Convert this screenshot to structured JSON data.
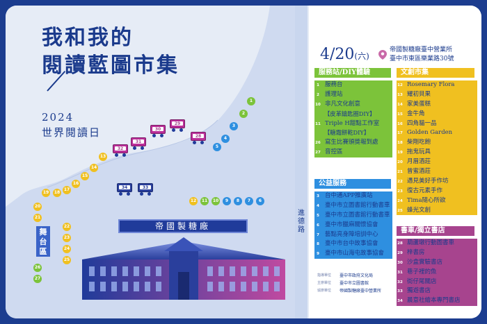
{
  "title_line1": "我和我的",
  "title_line2": "閱讀藍圖市集",
  "subtitle_year": "2024",
  "subtitle_day": "世界閱讀日",
  "event_date": "4/20",
  "event_weekday": "(六)",
  "location_line1": "帝國製糖廠臺中營業所",
  "location_line2": "臺中市東區樂業路30號",
  "building_label": "帝國製糖廠",
  "stage_label": "舞台區",
  "road_label": "進德路",
  "map_dots": [
    {
      "label": "1",
      "color": "#7cc33a"
    },
    {
      "label": "2",
      "color": "#7cc33a"
    },
    {
      "label": "3",
      "color": "#2e8fe0"
    },
    {
      "label": "4",
      "color": "#2e8fe0"
    },
    {
      "label": "5",
      "color": "#2e8fe0"
    },
    {
      "label": "13",
      "color": "#f0c020"
    },
    {
      "label": "14",
      "color": "#f0c020"
    },
    {
      "label": "15",
      "color": "#f0c020"
    },
    {
      "label": "16",
      "color": "#f0c020"
    },
    {
      "label": "17",
      "color": "#f0c020"
    },
    {
      "label": "18",
      "color": "#f0c020"
    },
    {
      "label": "19",
      "color": "#f0c020"
    },
    {
      "label": "20",
      "color": "#f0c020"
    },
    {
      "label": "21",
      "color": "#f0c020"
    },
    {
      "label": "22",
      "color": "#f0c020"
    },
    {
      "label": "23",
      "color": "#f0c020"
    },
    {
      "label": "24",
      "color": "#f0c020"
    },
    {
      "label": "25",
      "color": "#f0c020"
    },
    {
      "label": "26",
      "color": "#7cc33a"
    },
    {
      "label": "27",
      "color": "#7cc33a"
    },
    {
      "label": "12",
      "color": "#f0c020"
    },
    {
      "label": "11",
      "color": "#7cc33a"
    },
    {
      "label": "10",
      "color": "#7cc33a"
    },
    {
      "label": "9",
      "color": "#2e8fe0"
    },
    {
      "label": "8",
      "color": "#2e8fe0"
    },
    {
      "label": "7",
      "color": "#2e8fe0"
    },
    {
      "label": "6",
      "color": "#2e8fe0"
    }
  ],
  "map_trucks": [
    {
      "label": "32",
      "kind": "pink"
    },
    {
      "label": "31",
      "kind": "pink"
    },
    {
      "label": "30",
      "kind": "pink"
    },
    {
      "label": "29",
      "kind": "pink"
    },
    {
      "label": "28",
      "kind": "pink"
    },
    {
      "label": "34",
      "kind": "blue"
    },
    {
      "label": "33",
      "kind": "blue"
    }
  ],
  "sections": {
    "service": {
      "title": "服務站/DIY體驗",
      "items": [
        {
          "num": "1",
          "text": "服務台"
        },
        {
          "num": "2",
          "text": "護理站"
        },
        {
          "num": "10",
          "text": "非凡文化創意"
        },
        {
          "num": "",
          "text": "【皮革鑰匙圈DIY】"
        },
        {
          "num": "11",
          "text": "Triple H甜點工作室"
        },
        {
          "num": "",
          "text": "【糖霜餅乾DIY】"
        },
        {
          "num": "26",
          "text": "寫生比賽頒獎報到處"
        },
        {
          "num": "27",
          "text": "音控區"
        }
      ]
    },
    "public": {
      "title": "公益服務",
      "items": [
        {
          "num": "3",
          "text": "台中通APP推廣站"
        },
        {
          "num": "4",
          "text": "臺中市立圖書館行動書車"
        },
        {
          "num": "5",
          "text": "臺中市立圖書館行動書車"
        },
        {
          "num": "6",
          "text": "臺中市臘麻關懷協會"
        },
        {
          "num": "7",
          "text": "藝點亮身障培訓中心"
        },
        {
          "num": "8",
          "text": "臺中市台中故事協會"
        },
        {
          "num": "9",
          "text": "臺中市山海屯故事協會"
        }
      ]
    },
    "creative": {
      "title": "文創市集",
      "items": [
        {
          "num": "12",
          "text": "Rosemary Flora"
        },
        {
          "num": "13",
          "text": "耀初貝果"
        },
        {
          "num": "14",
          "text": "家美蛋糕"
        },
        {
          "num": "15",
          "text": "金牛角"
        },
        {
          "num": "16",
          "text": "四角貓一品"
        },
        {
          "num": "17",
          "text": "Golden Garden"
        },
        {
          "num": "18",
          "text": "柴剛吃飽"
        },
        {
          "num": "19",
          "text": "拖鬼玩具"
        },
        {
          "num": "20",
          "text": "月眉酒莊"
        },
        {
          "num": "21",
          "text": "曾蜜酒莊"
        },
        {
          "num": "22",
          "text": "遇見美好手作坊"
        },
        {
          "num": "23",
          "text": "復古元素手作"
        },
        {
          "num": "24",
          "text": "Tima隨心所欲"
        },
        {
          "num": "25",
          "text": "蜂光文創"
        }
      ]
    },
    "books": {
      "title": "書車/獨立書店",
      "items": [
        {
          "num": "28",
          "text": "葫蘆墩行動圖書車"
        },
        {
          "num": "29",
          "text": "梓書房"
        },
        {
          "num": "30",
          "text": "沙盒實驗書店"
        },
        {
          "num": "31",
          "text": "巷子裡的魚"
        },
        {
          "num": "32",
          "text": "街仔尾關店"
        },
        {
          "num": "33",
          "text": "獨遊書店"
        },
        {
          "num": "34",
          "text": "晨意社繪本專門書店"
        }
      ]
    }
  },
  "organizers": [
    {
      "role": "指導單位",
      "name": "臺中市政府文化局"
    },
    {
      "role": "主辦單位",
      "name": "臺中市立圖書館"
    },
    {
      "role": "協辦單位",
      "name": "帝國製糖廠臺中營業所"
    }
  ]
}
